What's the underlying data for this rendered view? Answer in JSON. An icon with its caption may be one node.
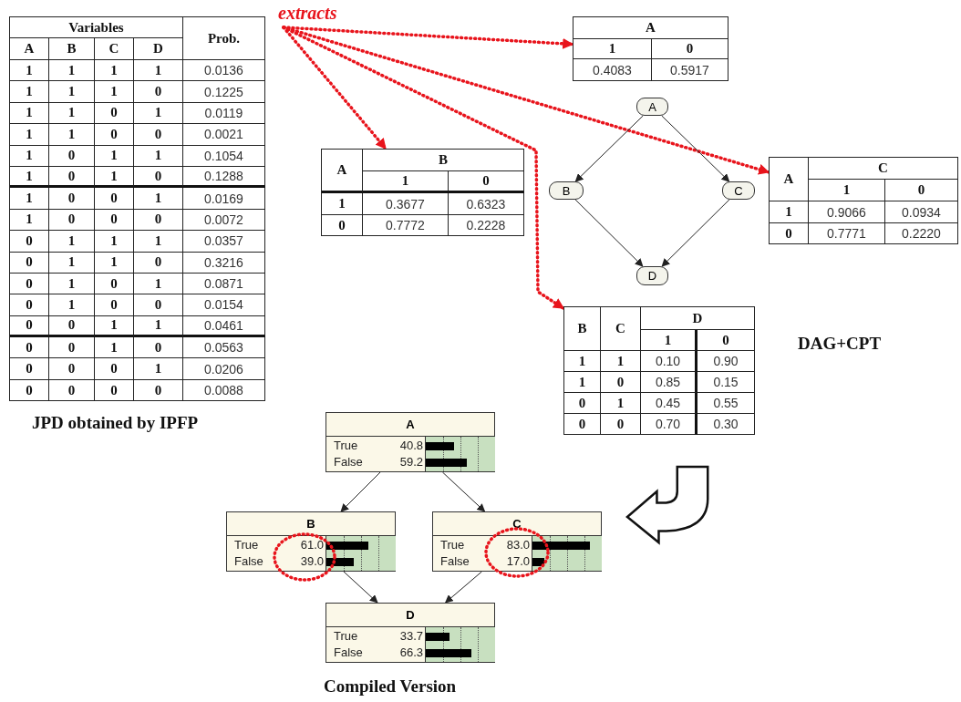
{
  "diagram": {
    "nodes": [
      {
        "text": [
          "Variables",
          "Prob.",
          "A",
          "B",
          "C",
          "D",
          "1",
          "1",
          "1",
          "1",
          "0.0136",
          "1",
          "1",
          "1",
          "0",
          "0.1225",
          "1",
          "1",
          "0",
          "1",
          "0.0119",
          "1",
          "1",
          "0",
          "0",
          "0.0021",
          "1",
          "0",
          "1",
          "1",
          "0.1054",
          "1",
          "0",
          "1",
          "0",
          "0.1288",
          "1",
          "0",
          "0",
          "1",
          "0.0169",
          "1",
          "0",
          "0",
          "0",
          "0.0072",
          "0",
          "1",
          "1",
          "1",
          "0.0357",
          "0",
          "1",
          "1",
          "0",
          "0.3216",
          "0",
          "1",
          "0",
          "1",
          "0.0871",
          "0",
          "1",
          "0",
          "0",
          "0.0154",
          "0",
          "0",
          "1",
          "1",
          "0.0461",
          "0",
          "0",
          "1",
          "0",
          "0.0563",
          "0",
          "0",
          "0",
          "1",
          "0.0206",
          "0",
          "0",
          "0",
          "0",
          "0.0088"
        ]
      },
      {
        "text": [
          "extracts"
        ]
      },
      {
        "text": [
          "A",
          "1",
          "0",
          "0.4083",
          "0.5917"
        ]
      },
      {
        "text": [
          "A"
        ]
      },
      {
        "text": [
          "A",
          "B",
          "1",
          "0",
          "1",
          "0.3677",
          "0.6323",
          "0",
          "0.7772",
          "0.2228"
        ]
      },
      {
        "text": [
          "B"
        ]
      },
      {
        "text": [
          "C"
        ]
      },
      {
        "text": [
          "A",
          "C",
          "1",
          "0",
          "1",
          "0.9066",
          "0.0934",
          "0",
          "0.7771",
          "0.2220"
        ]
      },
      {
        "text": [
          "D"
        ]
      },
      {
        "text": [
          "B",
          "C",
          "D",
          "1",
          "0",
          "1",
          "1",
          "0.10",
          "0.90",
          "1",
          "0",
          "0.85",
          "0.15",
          "0",
          "1",
          "0.45",
          "0.55",
          "0",
          "0",
          "0.70",
          "0.30"
        ]
      },
      {
        "text": [
          "A",
          "True",
          "40.8",
          "False",
          "59.2"
        ]
      },
      {
        "text": [
          "B",
          "True",
          "61.0",
          "False",
          "39.0"
        ]
      },
      {
        "text": [
          "C",
          "True",
          "83.0",
          "False",
          "17.0"
        ]
      },
      {
        "text": [
          "D",
          "True",
          "33.7",
          "False",
          "66.3"
        ]
      }
    ],
    "edges": [
      {
        "from": 1,
        "to": 2,
        "arrow": "to",
        "style": "dashed",
        "color": "#e8141c"
      },
      {
        "from": 1,
        "to": 4,
        "arrow": "to",
        "style": "dashed",
        "color": "#e8141c"
      },
      {
        "from": 1,
        "to": 7,
        "arrow": "to",
        "style": "dashed",
        "color": "#e8141c"
      },
      {
        "from": 1,
        "to": 9,
        "arrow": "to",
        "style": "dashed",
        "color": "#e8141c"
      },
      {
        "from": 3,
        "to": 5,
        "arrow": "to"
      },
      {
        "from": 3,
        "to": 6,
        "arrow": "to"
      },
      {
        "from": 5,
        "to": 8,
        "arrow": "to"
      },
      {
        "from": 6,
        "to": 8,
        "arrow": "to"
      },
      {
        "from": 10,
        "to": 11,
        "arrow": "to"
      },
      {
        "from": 10,
        "to": 12,
        "arrow": "to"
      },
      {
        "from": 11,
        "to": 13,
        "arrow": "to"
      },
      {
        "from": 12,
        "to": 13,
        "arrow": "to"
      },
      {
        "from": 9,
        "to": 12,
        "arrow": "to",
        "style": "thick"
      }
    ],
    "labels": [
      "JPD obtained by IPFP",
      "DAG+CPT",
      "Compiled Version"
    ]
  }
}
